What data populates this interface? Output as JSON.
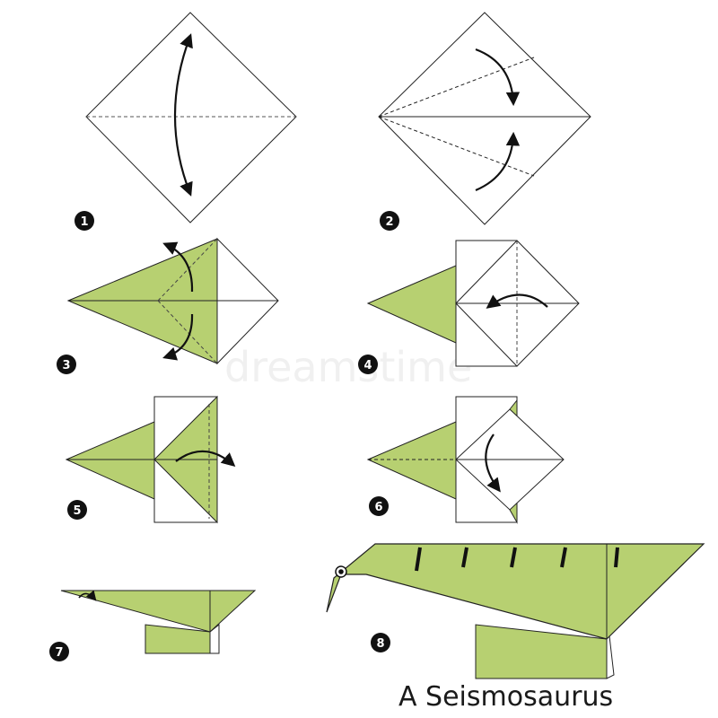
{
  "title": "A Seismosaurus",
  "steps": [
    {
      "number": "1"
    },
    {
      "number": "2"
    },
    {
      "number": "3"
    },
    {
      "number": "4"
    },
    {
      "number": "5"
    },
    {
      "number": "6"
    },
    {
      "number": "7"
    },
    {
      "number": "8"
    }
  ],
  "colors": {
    "paper_green": "#b7d071",
    "paper_white": "#ffffff",
    "line": "#222222",
    "badge": "#111111"
  },
  "watermark": "dreamstime"
}
